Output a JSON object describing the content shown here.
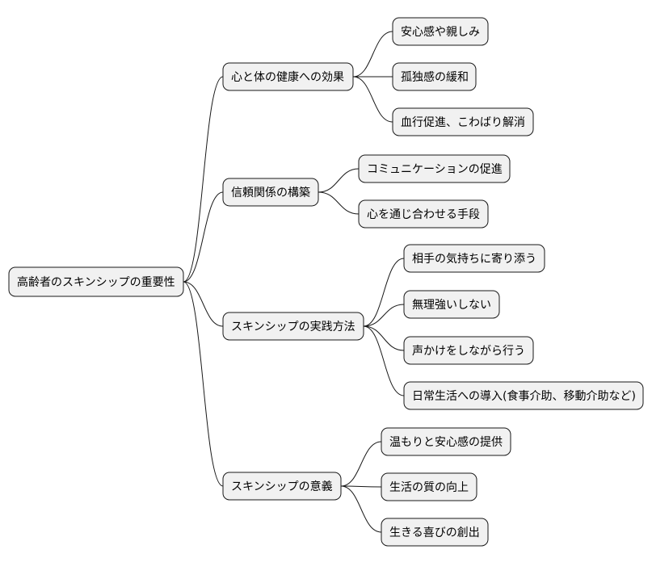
{
  "root": {
    "label": "高齢者のスキンシップの重要性"
  },
  "branches": [
    {
      "label": "心と体の健康への効果",
      "children": [
        "安心感や親しみ",
        "孤独感の緩和",
        "血行促進、こわばり解消"
      ]
    },
    {
      "label": "信頼関係の構築",
      "children": [
        "コミュニケーションの促進",
        "心を通じ合わせる手段"
      ]
    },
    {
      "label": "スキンシップの実践方法",
      "children": [
        "相手の気持ちに寄り添う",
        "無理強いしない",
        "声かけをしながら行う",
        "日常生活への導入(食事介助、移動介助など)"
      ]
    },
    {
      "label": "スキンシップの意義",
      "children": [
        "温もりと安心感の提供",
        "生活の質の向上",
        "生きる喜びの創出"
      ]
    }
  ]
}
